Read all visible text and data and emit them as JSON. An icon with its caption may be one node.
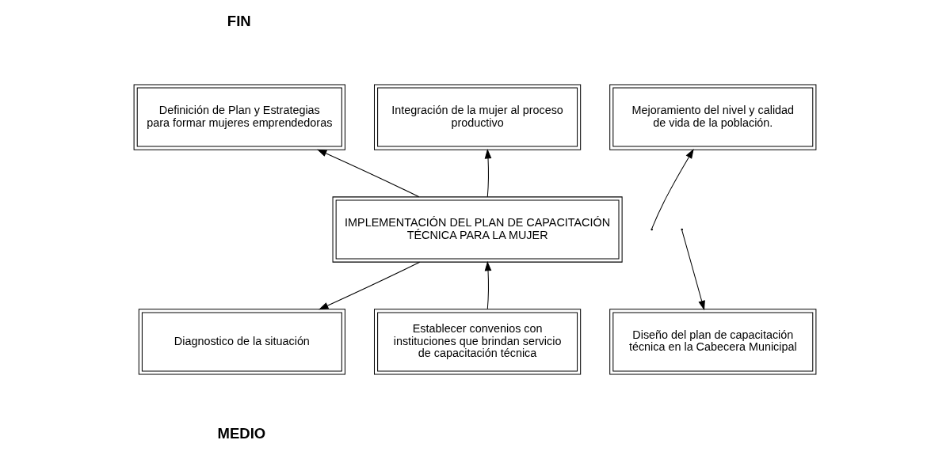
{
  "diagram": {
    "nodes": [
      {
        "text": [
          "Definición de Plan y Estrategias para formar mujeres emprendedoras"
        ]
      },
      {
        "text": [
          "Integración de la mujer al proceso productivo"
        ]
      },
      {
        "text": [
          "Mejoramiento del nivel y calidad de vida de la población."
        ]
      },
      {
        "text": [
          "IMPLEMENTACIÓN DEL PLAN DE CAPACITACIÓN TÉCNICA PARA LA MUJER"
        ]
      },
      {
        "text": [
          "Diagnostico de la situación"
        ]
      },
      {
        "text": [
          "Establecer convenios con instituciones que brindan servicio de capacitación técnica"
        ]
      },
      {
        "text": [
          "Diseño del plan de capacitación técnica en la Cabecera Municipal"
        ]
      }
    ],
    "edges": [
      {
        "from": 3,
        "to": 0,
        "arrow": "to"
      },
      {
        "from": 3,
        "to": 1,
        "arrow": "to"
      },
      {
        "from": null,
        "to": 2,
        "arrow": "to"
      },
      {
        "from": 3,
        "to": 4,
        "arrow": "to"
      },
      {
        "from": 5,
        "to": 3,
        "arrow": "to"
      },
      {
        "from": null,
        "to": 6,
        "arrow": "to"
      }
    ],
    "labels": [
      "FIN",
      "MEDIO"
    ]
  }
}
